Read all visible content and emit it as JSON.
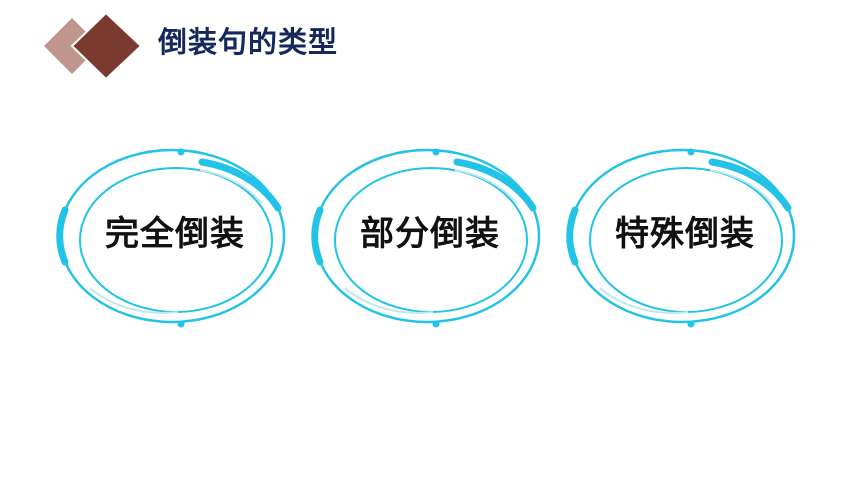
{
  "header": {
    "title": "倒装句的类型",
    "decoration_icon": "diamond-pair-icon",
    "colors": {
      "diamond_dark": "#7b3a2f",
      "diamond_light": "#b88a82",
      "title": "#14285c"
    }
  },
  "types": {
    "ring_icon": "double-ring-icon",
    "colors": {
      "ring_primary": "#22c3e6",
      "ring_light": "#bfe7ef",
      "label": "#111111"
    },
    "items": [
      {
        "label": "完全倒装"
      },
      {
        "label": "部分倒装"
      },
      {
        "label": "特殊倒装"
      }
    ]
  }
}
